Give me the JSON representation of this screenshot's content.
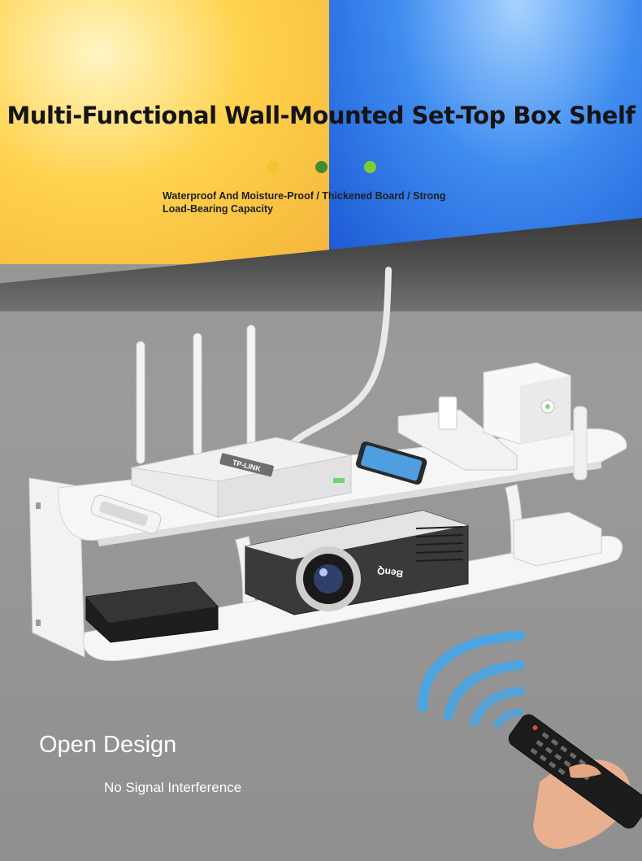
{
  "banner": {
    "title": "Multi-Functional Wall-Mounted Set-Top Box Shelf",
    "subtitle": "Waterproof And Moisture-Proof / Thickened Board / Strong Load-Bearing Capacity",
    "accent_dots": [
      "#f2c230",
      "#3f8a32",
      "#7ccf32"
    ]
  },
  "router": {
    "brand": "TP-LINK"
  },
  "projector": {
    "brand": "BenQ"
  },
  "feature": {
    "heading": "Open Design",
    "caption": "No Signal Interference"
  },
  "colors": {
    "title": "#141414",
    "caption": "#ffffff",
    "shelf": "#f4f4f4",
    "signal_waves": "#3fa7f0"
  }
}
